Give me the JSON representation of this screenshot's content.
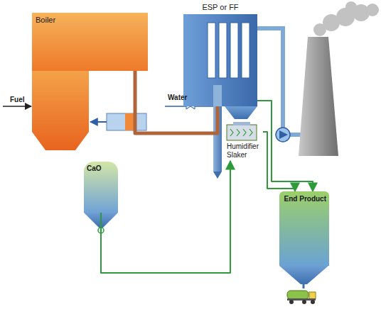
{
  "diagram": {
    "nodes": [
      {
        "text": [
          "Boiler"
        ]
      },
      {
        "text": [
          "ESP or FF"
        ]
      },
      {
        "text": [
          "Humidifier Slaker"
        ]
      },
      {
        "text": [
          "CaO"
        ]
      },
      {
        "text": [
          "End Product"
        ]
      }
    ],
    "edges": [
      {
        "from": 0,
        "to": 1,
        "arrow": "none"
      },
      {
        "from": 3,
        "to": 2,
        "arrow": "to"
      },
      {
        "from": 1,
        "to": 4,
        "arrow": "to"
      },
      {
        "from": 2,
        "to": 4,
        "arrow": "to"
      }
    ],
    "labels": [
      "Fuel",
      "Water"
    ]
  }
}
